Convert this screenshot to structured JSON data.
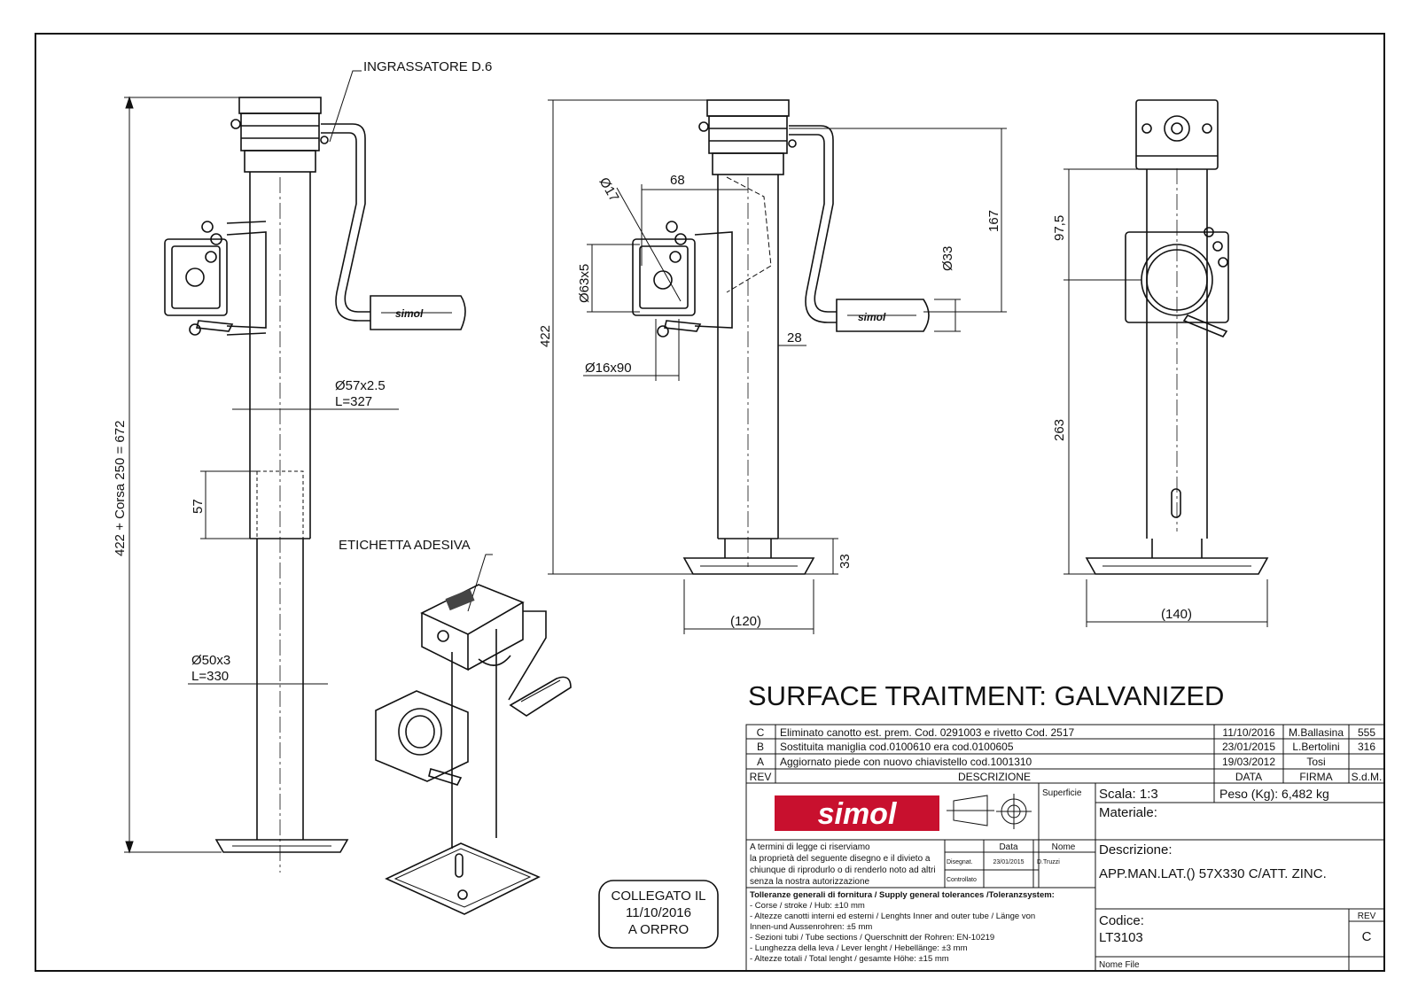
{
  "annotations": {
    "ingrassatore": "INGRASSATORE D.6",
    "etichetta": "ETICHETTA ADESIVA",
    "overall_length": "422 + Corsa 250 = 672",
    "outer_tube": "Ø57x2.5",
    "outer_tube_len": "L=327",
    "inner_tube": "Ø50x3",
    "inner_tube_len": "L=330",
    "overlap": "57",
    "d17": "Ø17",
    "d68": "68",
    "d63x5": "Ø63x5",
    "d16x90": "Ø16x90",
    "d422": "422",
    "d167": "167",
    "d33a": "Ø33",
    "d28": "28",
    "d33b": "33",
    "d120": "(120)",
    "d97_5": "97,5",
    "d263": "263",
    "d140": "(140)",
    "handle_brand": "simol"
  },
  "stamp": {
    "line1": "COLLEGATO IL",
    "line2": "11/10/2016",
    "line3": "A ORPRO"
  },
  "surface_title": "SURFACE TRAITMENT: GALVANIZED",
  "revisions": [
    {
      "rev": "C",
      "desc": "Eliminato canotto est. prem. Cod. 0291003 e rivetto Cod. 2517",
      "date": "11/10/2016",
      "sign": "M.Ballasina",
      "sdm": "555"
    },
    {
      "rev": "B",
      "desc": "Sostituita maniglia cod.0100610 era cod.0100605",
      "date": "23/01/2015",
      "sign": "L.Bertolini",
      "sdm": "316"
    },
    {
      "rev": "A",
      "desc": "Aggiornato piede con nuovo chiavistello cod.1001310",
      "date": "19/03/2012",
      "sign": "Tosi",
      "sdm": ""
    }
  ],
  "rev_header": {
    "rev": "REV",
    "desc": "DESCRIZIONE",
    "date": "DATA",
    "sign": "FIRMA",
    "sdm": "S.d.M."
  },
  "titleblock": {
    "logo": "simol",
    "superficie": "Superficie",
    "scala": "Scala: 1:3",
    "peso": "Peso (Kg): 6,482 kg",
    "materiale": "Materiale:",
    "descrizione_label": "Descrizione:",
    "descrizione": "APP.MAN.LAT.() 57X330 C/ATT. ZINC.",
    "codice_label": "Codice:",
    "codice": "LT3103",
    "rev_label": "REV",
    "rev_value": "C",
    "nome_file": "Nome File",
    "legal": [
      "A termini di legge ci riserviamo",
      "la proprietà del seguente disegno e il divieto a",
      "chiunque di riprodurlo o di renderlo noto ad altri",
      "senza la nostra autorizzazione"
    ],
    "data_header": "Data",
    "nome_header": "Nome",
    "disegn_label": "Disegnat.",
    "disegn_date": "23/01/2015",
    "disegn_name": "D.Truzzi",
    "controllato": "Controllato",
    "tolerances_title": "Tolleranze generali di fornitura / Supply general tolerances /Toleranzsystem:",
    "tolerances": [
      "- Corse / stroke / Hub: ±10 mm",
      "- Altezze canotti interni ed esterni / Lenghts Inner and outer tube / Länge von",
      "  Innen-und Aussenrohren: ±5 mm",
      "- Sezioni tubi / Tube sections / Querschnitt der Rohren: EN-10219",
      "- Lunghezza della leva / Lever lenght / Hebellänge: ±3 mm",
      "- Altezze totali / Total lenght / gesamte Höhe: ±15 mm"
    ]
  }
}
